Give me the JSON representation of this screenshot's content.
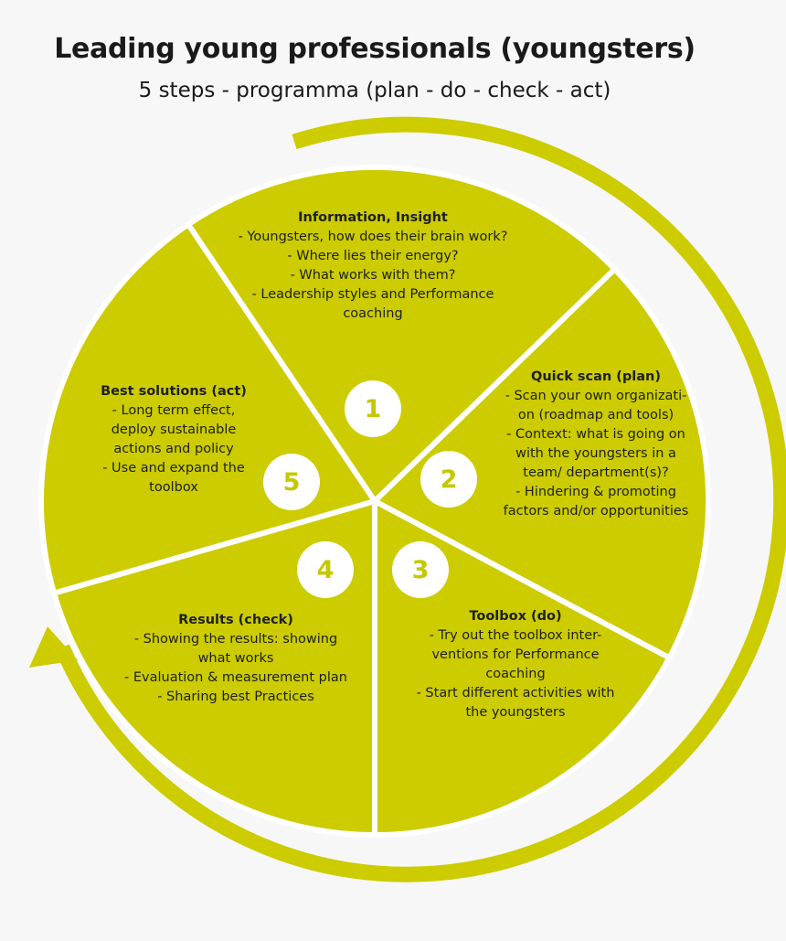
{
  "title": "Leading young professionals (youngsters)",
  "subtitle": "5 steps - programma (plan - do - check - act)",
  "colors": {
    "segment": "#cccc00",
    "divider": "#ffffff",
    "badge_text": "#c4c800",
    "background": "#f7f7f7"
  },
  "steps": [
    {
      "number": "1",
      "title": "Information, Insight",
      "lines": [
        "- Youngsters, how does their brain work?",
        "- Where lies their energy?",
        "- What works with them?",
        "- Leadership styles and Performance",
        "coaching"
      ]
    },
    {
      "number": "2",
      "title": "Quick scan (plan)",
      "lines": [
        "- Scan your own organizati-",
        "on (roadmap and tools)",
        "- Context: what is going on",
        "with the youngsters in a",
        "team/ department(s)?",
        "- Hindering & promoting",
        "factors and/or opportunities"
      ]
    },
    {
      "number": "3",
      "title": "Toolbox (do)",
      "lines": [
        "- Try out the toolbox inter-",
        "ventions for Performance",
        "coaching",
        "- Start different activities with",
        "the youngsters"
      ]
    },
    {
      "number": "4",
      "title": "Results (check)",
      "lines": [
        "- Showing the results: showing",
        "what works",
        "- Evaluation & measurement plan",
        "- Sharing best Practices"
      ]
    },
    {
      "number": "5",
      "title": "Best solutions (act)",
      "lines": [
        "- Long term effect,",
        "deploy sustainable",
        "actions and policy",
        "- Use and expand the",
        "toolbox"
      ]
    }
  ]
}
